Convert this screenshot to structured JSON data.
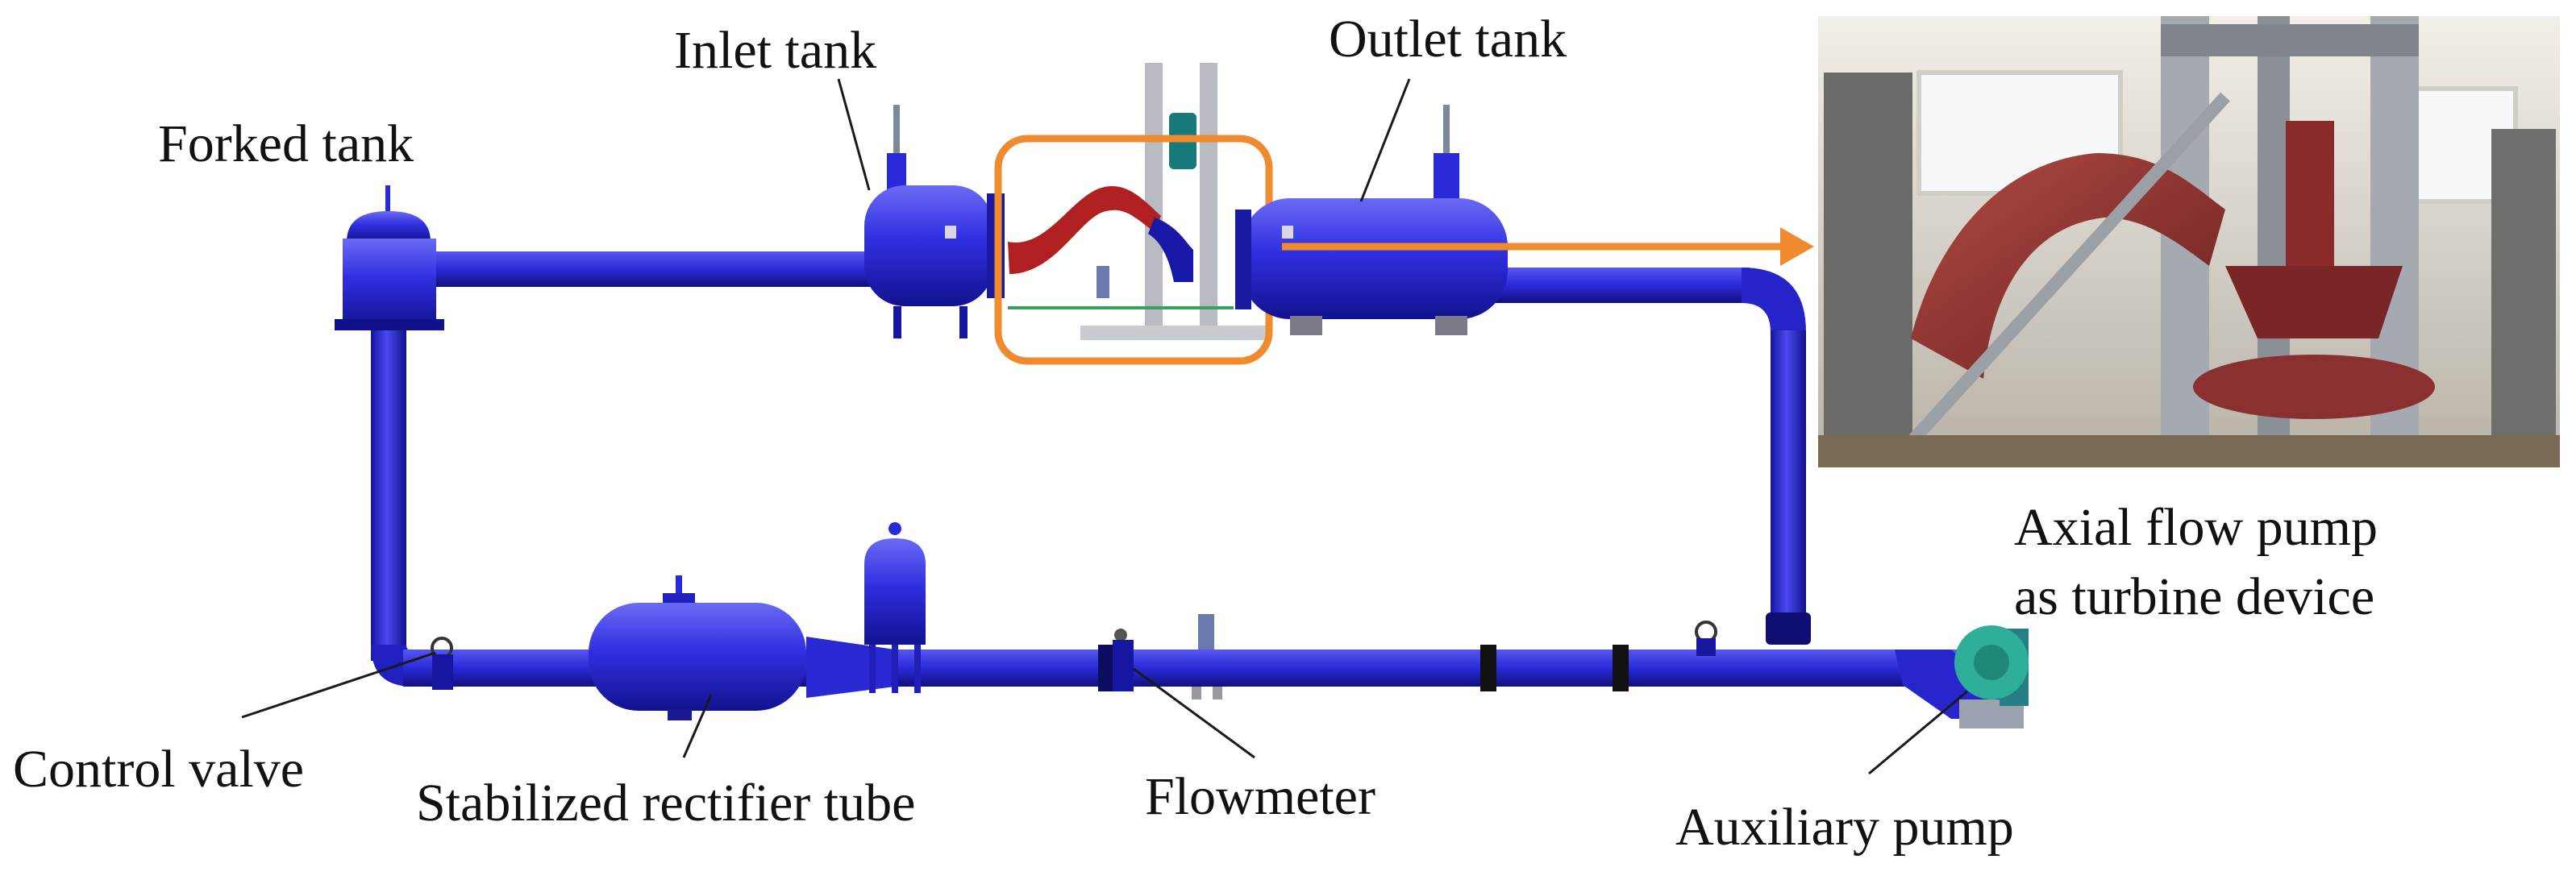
{
  "labels": {
    "forked_tank": "Forked tank",
    "inlet_tank": "Inlet tank",
    "outlet_tank": "Outlet tank",
    "control_valve": "Control valve",
    "stabilized_rectifier_tube": "Stabilized rectifier tube",
    "flowmeter": "Flowmeter",
    "auxiliary_pump": "Auxiliary pump",
    "device_line1": "Axial flow pump",
    "device_line2": "as turbine device"
  },
  "colors": {
    "pipe": "#2a2ad8",
    "pipe_dark": "#1414a0",
    "pipe_light": "#6a6af0",
    "highlight": "#ef8a2e",
    "turbine_red": "#a52020",
    "pump_teal": "#2fae9a",
    "photo_wall": "#e8e4dc",
    "photo_metal": "#9aa0a6",
    "photo_red": "#8a3030"
  }
}
